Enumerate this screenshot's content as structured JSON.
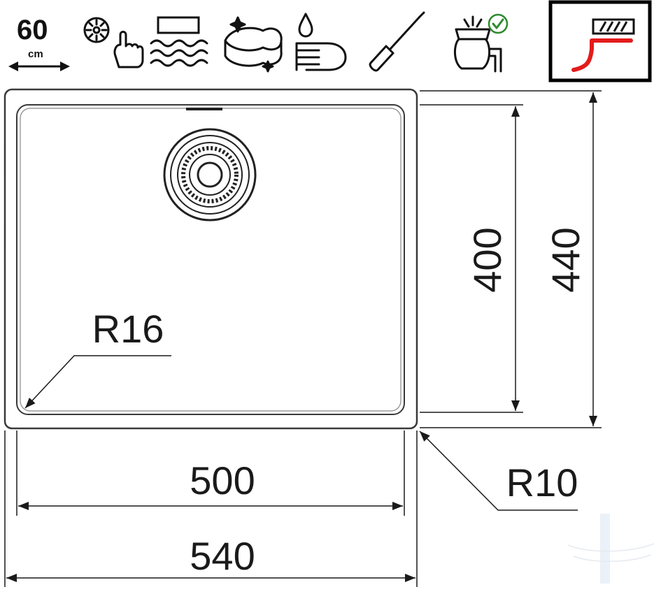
{
  "icons": {
    "width_badge": {
      "value": "60",
      "unit": "cm",
      "icon": "double-arrow-icon"
    },
    "items": [
      {
        "name": "touch-control-icon"
      },
      {
        "name": "heat-waves-icon"
      },
      {
        "name": "sponge-clean-icon"
      },
      {
        "name": "hand-wash-icon"
      },
      {
        "name": "screwdriver-icon"
      },
      {
        "name": "waste-disposer-icon"
      },
      {
        "name": "undermount-install-icon",
        "highlighted": true,
        "accent": "#e31b1b"
      }
    ]
  },
  "drawing": {
    "inner_width": "500",
    "outer_width": "540",
    "inner_depth": "400",
    "outer_depth": "440",
    "corner_radius_inner": "R16",
    "corner_radius_outer": "R10"
  }
}
